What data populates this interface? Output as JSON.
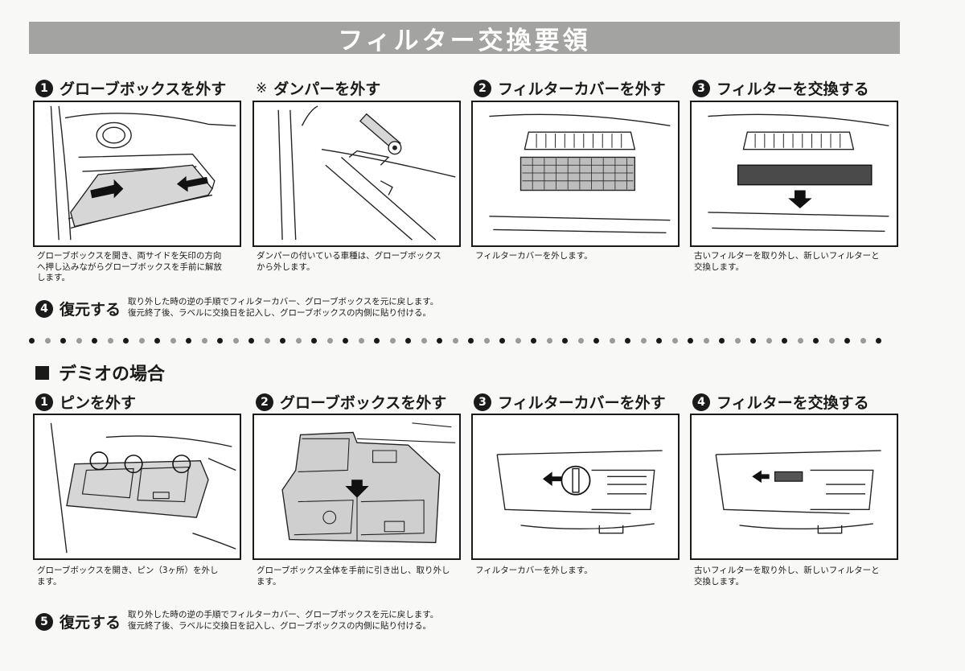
{
  "header": {
    "title": "フィルター交換要領"
  },
  "top": {
    "steps": [
      {
        "num": "1",
        "title": "グローブボックスを外す",
        "caption": "グローブボックスを開き、両サイドを矢印の方向\nへ押し込みながらグローブボックスを手前に解放\nします。"
      },
      {
        "mark": "※",
        "title": "ダンパーを外す",
        "caption": "ダンパーの付いている車種は、グローブボックス\nから外します。"
      },
      {
        "num": "2",
        "title": "フィルターカバーを外す",
        "caption": "フィルターカバーを外します。"
      },
      {
        "num": "3",
        "title": "フィルターを交換する",
        "caption": "古いフィルターを取り外し、新しいフィルターと\n交換します。"
      }
    ],
    "restore": {
      "num": "4",
      "title": "復元する",
      "body": "取り外した時の逆の手順でフィルターカバー、グローブボックスを元に戻します。\n復元終了後、ラベルに交換日を記入し、グローブボックスの内側に貼り付ける。"
    }
  },
  "section2": {
    "title": "デミオの場合",
    "steps": [
      {
        "num": "1",
        "title": "ピンを外す",
        "caption": "グローブボックスを開き、ピン（3ヶ所）を外し\nます。"
      },
      {
        "num": "2",
        "title": "グローブボックスを外す",
        "caption": "グローブボックス全体を手前に引き出し、取り外し\nます。"
      },
      {
        "num": "3",
        "title": "フィルターカバーを外す",
        "caption": "フィルターカバーを外します。"
      },
      {
        "num": "4",
        "title": "フィルターを交換する",
        "caption": "古いフィルターを取り外し、新しいフィルターと\n交換します。"
      }
    ],
    "restore": {
      "num": "5",
      "title": "復元する",
      "body": "取り外した時の逆の手順でフィルターカバー、グローブボックスを元に戻します。\n復元終了後、ラベルに交換日を記入し、グローブボックスの内側に貼り付ける。"
    }
  }
}
